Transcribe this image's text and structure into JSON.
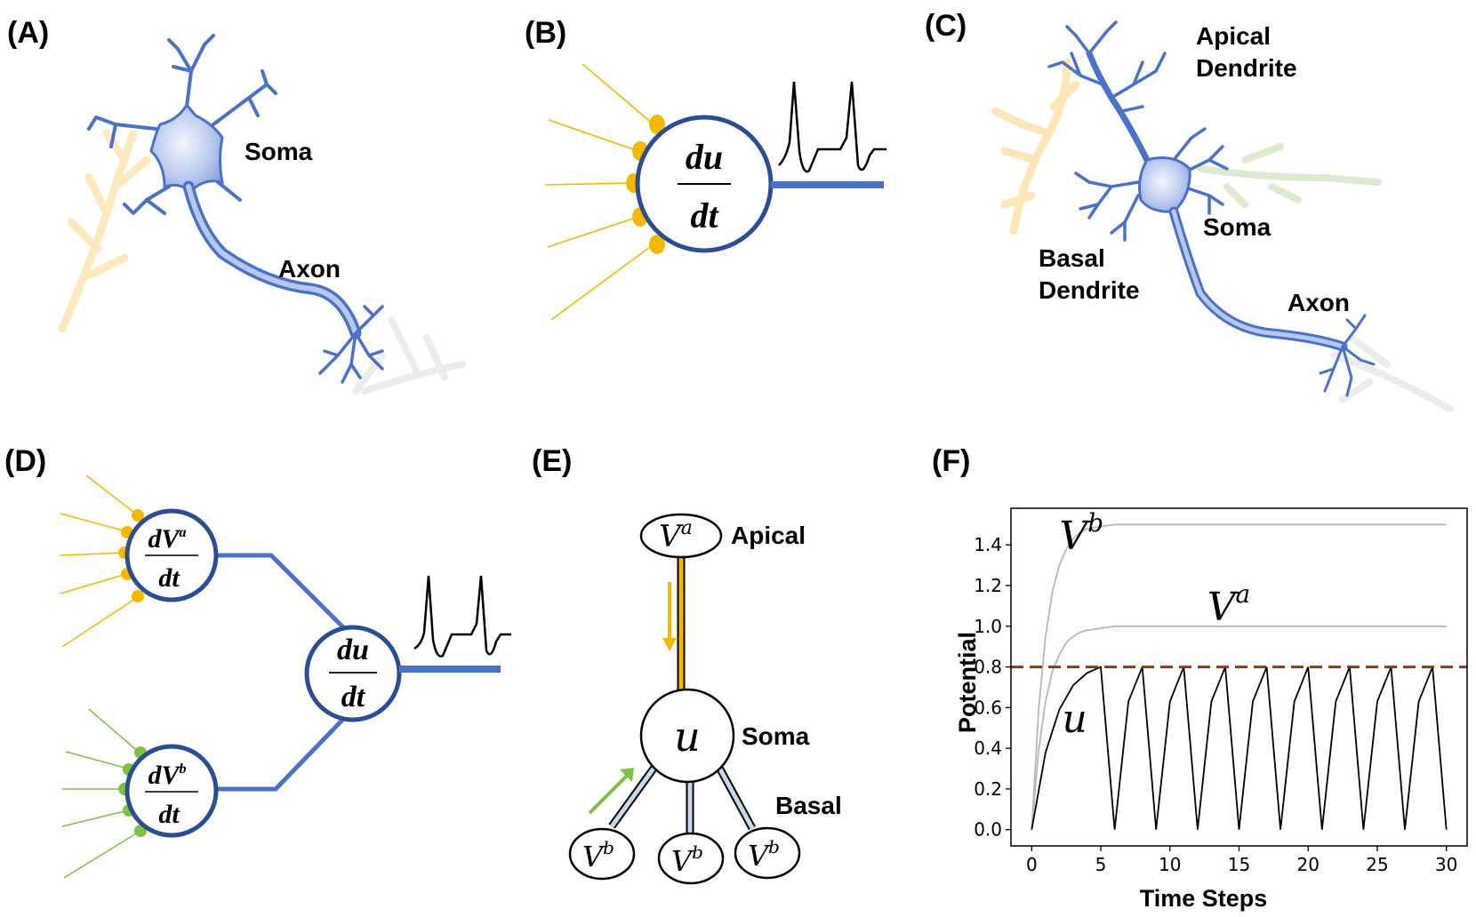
{
  "panels": {
    "a": {
      "label": "(A)",
      "soma": "Soma",
      "axon": "Axon"
    },
    "b": {
      "label": "(B)",
      "num": "du",
      "den": "dt"
    },
    "c": {
      "label": "(C)",
      "apical_1": "Apical",
      "apical_2": "Dendrite",
      "soma": "Soma",
      "basal_1": "Basal",
      "basal_2": "Dendrite",
      "axon": "Axon"
    },
    "d": {
      "label": "(D)",
      "top_num": "dV",
      "top_sup": "a",
      "top_den": "dt",
      "bot_num": "dV",
      "bot_sup": "b",
      "bot_den": "dt",
      "mid_num": "du",
      "mid_den": "dt"
    },
    "e": {
      "label": "(E)",
      "apical_node": "V",
      "apical_sup": "a",
      "apical_label": "Apical",
      "soma_node": "u",
      "soma_label": "Soma",
      "basal_label": "Basal",
      "basal_node": "V",
      "basal_sup": "b"
    },
    "f": {
      "label": "(F)"
    }
  },
  "colors": {
    "neuron_blue": "#4a72c6",
    "dark_blue": "#2b4d92",
    "orange": "#f5b800",
    "green": "#7dc242",
    "threshold": "#8b3a0f",
    "gray": "#b8b8b8"
  },
  "chart_data": {
    "type": "line",
    "xlabel": "Time Steps",
    "ylabel": "Potential",
    "xlim": [
      -1.5,
      31.5
    ],
    "ylim": [
      -0.08,
      1.58
    ],
    "xticks": [
      0,
      5,
      10,
      15,
      20,
      25,
      30
    ],
    "yticks": [
      "0.0",
      "0.2",
      "0.4",
      "0.6",
      "0.8",
      "1.0",
      "1.2",
      "1.4"
    ],
    "series_labels": [
      {
        "base": "V",
        "sup": "b",
        "x": 2.0,
        "y": 1.38
      },
      {
        "base": "V",
        "sup": "a",
        "x": 12.7,
        "y": 1.03
      },
      {
        "base": "u",
        "sup": "",
        "x": 2.2,
        "y": 0.48
      }
    ],
    "series": [
      {
        "id": "Vb",
        "color": "#b8b8b8",
        "x": [
          0,
          0.5,
          1,
          1.5,
          2,
          2.5,
          3,
          3.5,
          4,
          5,
          6,
          7,
          8,
          10,
          15,
          20,
          25,
          30
        ],
        "y": [
          0,
          0.59,
          0.95,
          1.17,
          1.3,
          1.38,
          1.43,
          1.46,
          1.48,
          1.49,
          1.5,
          1.5,
          1.5,
          1.5,
          1.5,
          1.5,
          1.5,
          1.5
        ]
      },
      {
        "id": "Va",
        "color": "#b8b8b8",
        "x": [
          0,
          0.5,
          1,
          1.5,
          2,
          2.5,
          3,
          3.5,
          4,
          5,
          6,
          7,
          8,
          10,
          15,
          20,
          25,
          30
        ],
        "y": [
          0,
          0.39,
          0.63,
          0.78,
          0.86,
          0.92,
          0.95,
          0.97,
          0.98,
          0.99,
          1.0,
          1.0,
          1.0,
          1.0,
          1.0,
          1.0,
          1.0,
          1.0
        ]
      },
      {
        "id": "u",
        "color": "#000000",
        "x": [
          0,
          1,
          2,
          3,
          4,
          5,
          6,
          7,
          8,
          9,
          10,
          11,
          12,
          13,
          14,
          15,
          16,
          17,
          18,
          19,
          20,
          21,
          22,
          23,
          24,
          25,
          26,
          27,
          28,
          29,
          30
        ],
        "y": [
          0,
          0.38,
          0.59,
          0.71,
          0.77,
          0.8,
          0.0,
          0.63,
          0.8,
          0.0,
          0.63,
          0.8,
          0.0,
          0.63,
          0.8,
          0.0,
          0.63,
          0.8,
          0.0,
          0.63,
          0.8,
          0.0,
          0.63,
          0.8,
          0.0,
          0.63,
          0.8,
          0.0,
          0.63,
          0.8,
          0.0
        ]
      },
      {
        "id": "threshold",
        "color": "#8b3a0f",
        "dashed": true,
        "x": [
          -1.5,
          31.5
        ],
        "y": [
          0.8,
          0.8
        ]
      }
    ]
  }
}
